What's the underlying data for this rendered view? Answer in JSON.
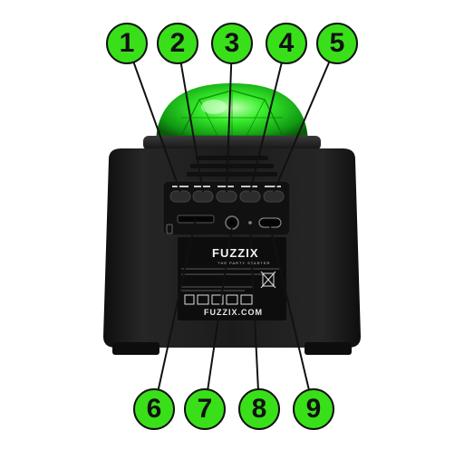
{
  "product": {
    "brand": "FUZZIX",
    "tagline": "THE PARTY STARTER",
    "website": "FUZZIX.COM"
  },
  "callouts": [
    "1",
    "2",
    "3",
    "4",
    "5",
    "6",
    "7",
    "8",
    "9"
  ],
  "colors": {
    "callout_fill": "#39e01a",
    "dome_green": "#2fe82a",
    "body": "#1b1b1b"
  }
}
